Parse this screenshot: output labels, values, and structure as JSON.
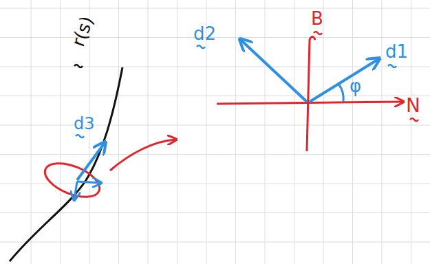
{
  "diagram": {
    "labels": [
      "r(s)",
      "d3",
      "d2",
      "d1",
      "B",
      "N",
      "φ"
    ]
  }
}
